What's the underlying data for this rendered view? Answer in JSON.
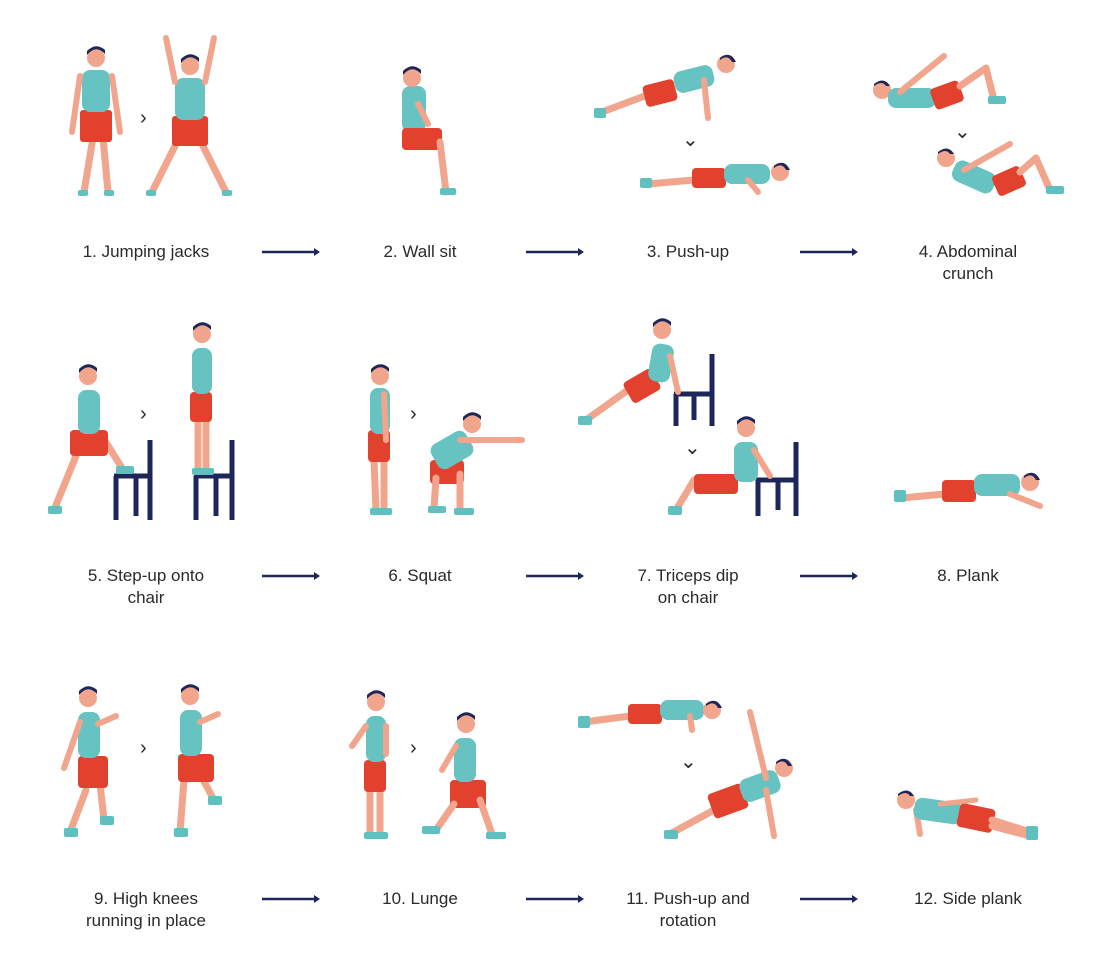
{
  "colors": {
    "skin": "#f0a58c",
    "shirt": "#66c3c1",
    "shorts": "#e2412e",
    "hair": "#1d2559",
    "shoes": "#5fc0bf",
    "chair": "#1d2559",
    "arrow": "#1d2559",
    "text": "#2a2a2a"
  },
  "exercises": [
    {
      "label": "1. Jumping jacks"
    },
    {
      "label": "2. Wall sit"
    },
    {
      "label": "3. Push-up"
    },
    {
      "label": "4. Abdominal\ncrunch"
    },
    {
      "label": "5. Step-up onto\nchair"
    },
    {
      "label": "6. Squat"
    },
    {
      "label": "7. Triceps dip\non chair"
    },
    {
      "label": "8. Plank"
    },
    {
      "label": "9. High knees\nrunning in place"
    },
    {
      "label": "10. Lunge"
    },
    {
      "label": "11. Push-up and\nrotation"
    },
    {
      "label": "12. Side plank"
    }
  ],
  "transition_glyphs": {
    "next": "›",
    "down": "⌄"
  }
}
